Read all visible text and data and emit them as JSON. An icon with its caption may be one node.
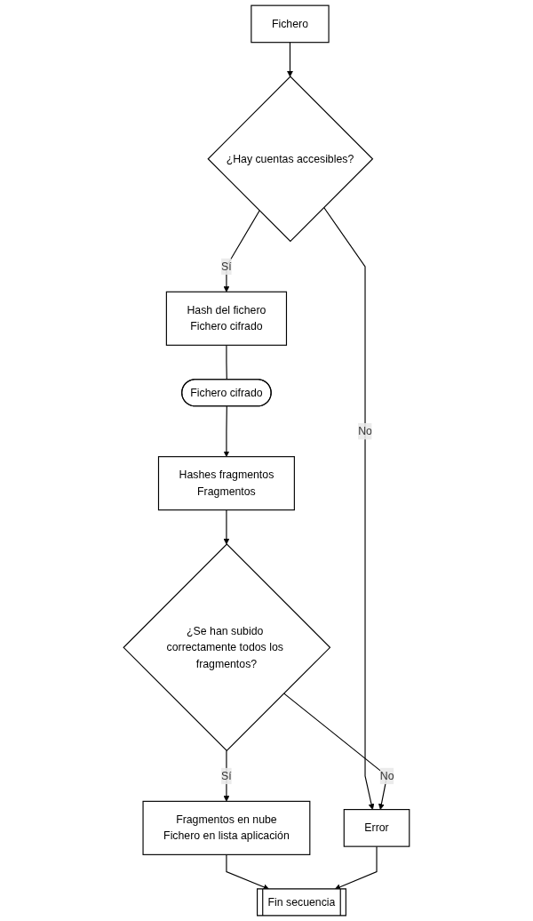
{
  "diagram": {
    "nodes": [
      {
        "text": [
          "Fichero"
        ]
      },
      {
        "text": [
          "¿Hay cuentas accesibles?"
        ]
      },
      {
        "text": [
          "Hash del fichero",
          "Fichero cifrado"
        ]
      },
      {
        "text": [
          "Fichero cifrado"
        ]
      },
      {
        "text": [
          "Hashes fragmentos",
          "Fragmentos"
        ]
      },
      {
        "text": [
          "¿Se han subido correctamente todos los fragmentos?"
        ]
      },
      {
        "text": [
          "Error"
        ]
      },
      {
        "text": [
          "Fragmentos en nube",
          "Fichero en lista aplicación"
        ]
      },
      {
        "text": [
          "Fin secuencia"
        ]
      }
    ],
    "edges": [
      {
        "from": 0,
        "to": 1,
        "arrow": "to"
      },
      {
        "from": 1,
        "to": 2,
        "arrow": "to",
        "label": "Sí"
      },
      {
        "from": 1,
        "to": 6,
        "arrow": "to",
        "label": "No"
      },
      {
        "from": 2,
        "to": 3,
        "arrow": "none"
      },
      {
        "from": 3,
        "to": 4,
        "arrow": "to"
      },
      {
        "from": 4,
        "to": 5,
        "arrow": "to"
      },
      {
        "from": 5,
        "to": 6,
        "arrow": "to",
        "label": "No"
      },
      {
        "from": 5,
        "to": 7,
        "arrow": "to",
        "label": "Sí"
      },
      {
        "from": 7,
        "to": 8,
        "arrow": "to"
      },
      {
        "from": 6,
        "to": 8,
        "arrow": "to"
      }
    ]
  }
}
